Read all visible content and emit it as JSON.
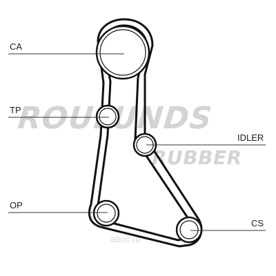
{
  "watermark": {
    "brand": "ROULUNDS",
    "sub": "RUBBER",
    "site": "aboc.ru"
  },
  "labels": {
    "ca": "CA",
    "tp": "TP",
    "idler": "IDLER",
    "op": "OP",
    "cs": "CS"
  },
  "colors": {
    "belt": "#111111",
    "leader": "#333333",
    "text": "#1a1a1a",
    "watermark": "#d4d4d4"
  }
}
